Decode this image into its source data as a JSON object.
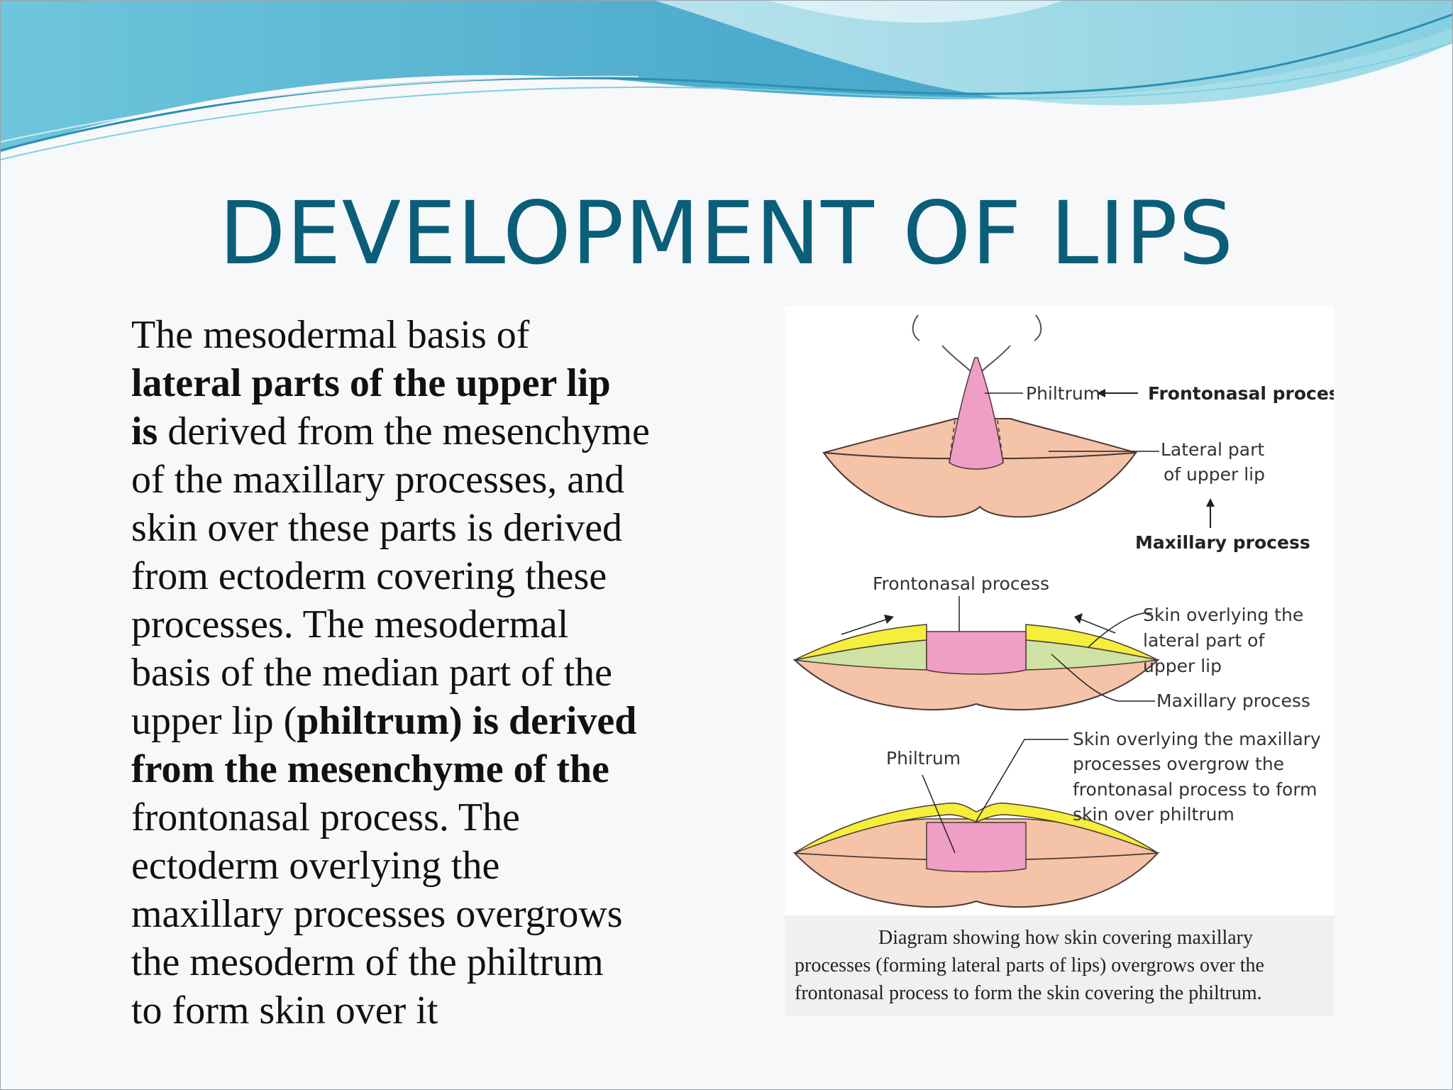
{
  "slide": {
    "title": "DEVELOPMENT OF LIPS"
  },
  "body": {
    "lines": [
      [
        {
          "text": " The mesodermal basis of",
          "bold": false
        }
      ],
      [
        {
          "text": "lateral parts of the upper lip",
          "bold": true
        }
      ],
      [
        {
          "text": "is",
          "bold": true
        },
        {
          "text": " derived from the mesenchyme",
          "bold": false
        }
      ],
      [
        {
          "text": "of the maxillary processes, and",
          "bold": false
        }
      ],
      [
        {
          "text": "skin over these parts is derived",
          "bold": false
        }
      ],
      [
        {
          "text": "from ectoderm covering these",
          "bold": false
        }
      ],
      [
        {
          "text": "processes. The mesodermal",
          "bold": false
        }
      ],
      [
        {
          "text": "basis of the median part of the",
          "bold": false
        }
      ],
      [
        {
          "text": "upper lip (",
          "bold": false
        },
        {
          "text": "philtrum) is derived",
          "bold": true
        }
      ],
      [
        {
          "text": "from the mesenchyme of the",
          "bold": true
        }
      ],
      [
        {
          "text": "frontonasal process. The",
          "bold": false
        }
      ],
      [
        {
          "text": "ectoderm overlying the",
          "bold": false
        }
      ],
      [
        {
          "text": "maxillary processes overgrows",
          "bold": false
        }
      ],
      [
        {
          "text": "the mesoderm of the philtrum",
          "bold": false
        }
      ],
      [
        {
          "text": "to form skin over it",
          "bold": false
        }
      ]
    ]
  },
  "figure": {
    "labels": {
      "philtrum_1": "Philtrum",
      "frontonasal_1": "Frontonasal process",
      "lateral_part_1": "Lateral part",
      "lateral_part_2": "of upper lip",
      "maxillary_1": "Maxillary process",
      "frontonasal_2": "Frontonasal process",
      "skin_lateral_1": "Skin overlying the",
      "skin_lateral_2": "lateral part of",
      "skin_lateral_3": "upper lip",
      "maxillary_2": "Maxillary process",
      "philtrum_2": "Philtrum",
      "skin_max_1": "Skin overlying the maxillary",
      "skin_max_2": "processes overgrow the",
      "skin_max_3": "frontonasal process to form",
      "skin_max_4": "skin over philtrum"
    },
    "colors": {
      "lip": "#f5c3a8",
      "philtrum": "#ef9fc6",
      "maxillary": "#cfe2a4",
      "skin": "#f5ee3a",
      "outline": "#4a3a36"
    }
  },
  "caption": {
    "lines": [
      "Diagram showing how skin covering maxillary",
      "processes (forming lateral parts of lips) overgrows over the",
      "frontonasal process to form the skin covering the philtrum."
    ]
  }
}
